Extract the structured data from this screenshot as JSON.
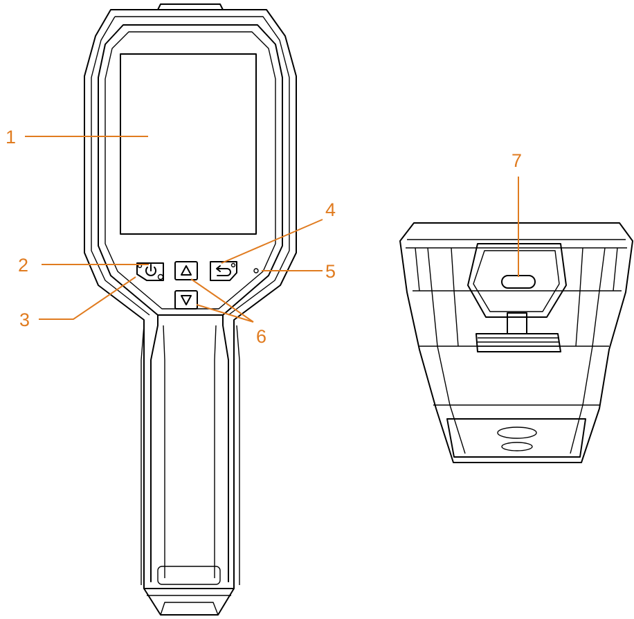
{
  "colors": {
    "callout": "#e07b1f",
    "line": "#000000",
    "background": "#ffffff"
  },
  "callouts": [
    "1",
    "2",
    "3",
    "4",
    "5",
    "6",
    "7"
  ],
  "icons": {
    "power": "power-icon",
    "up": "up-arrow-icon",
    "down": "down-arrow-icon",
    "back": "back-icon"
  }
}
